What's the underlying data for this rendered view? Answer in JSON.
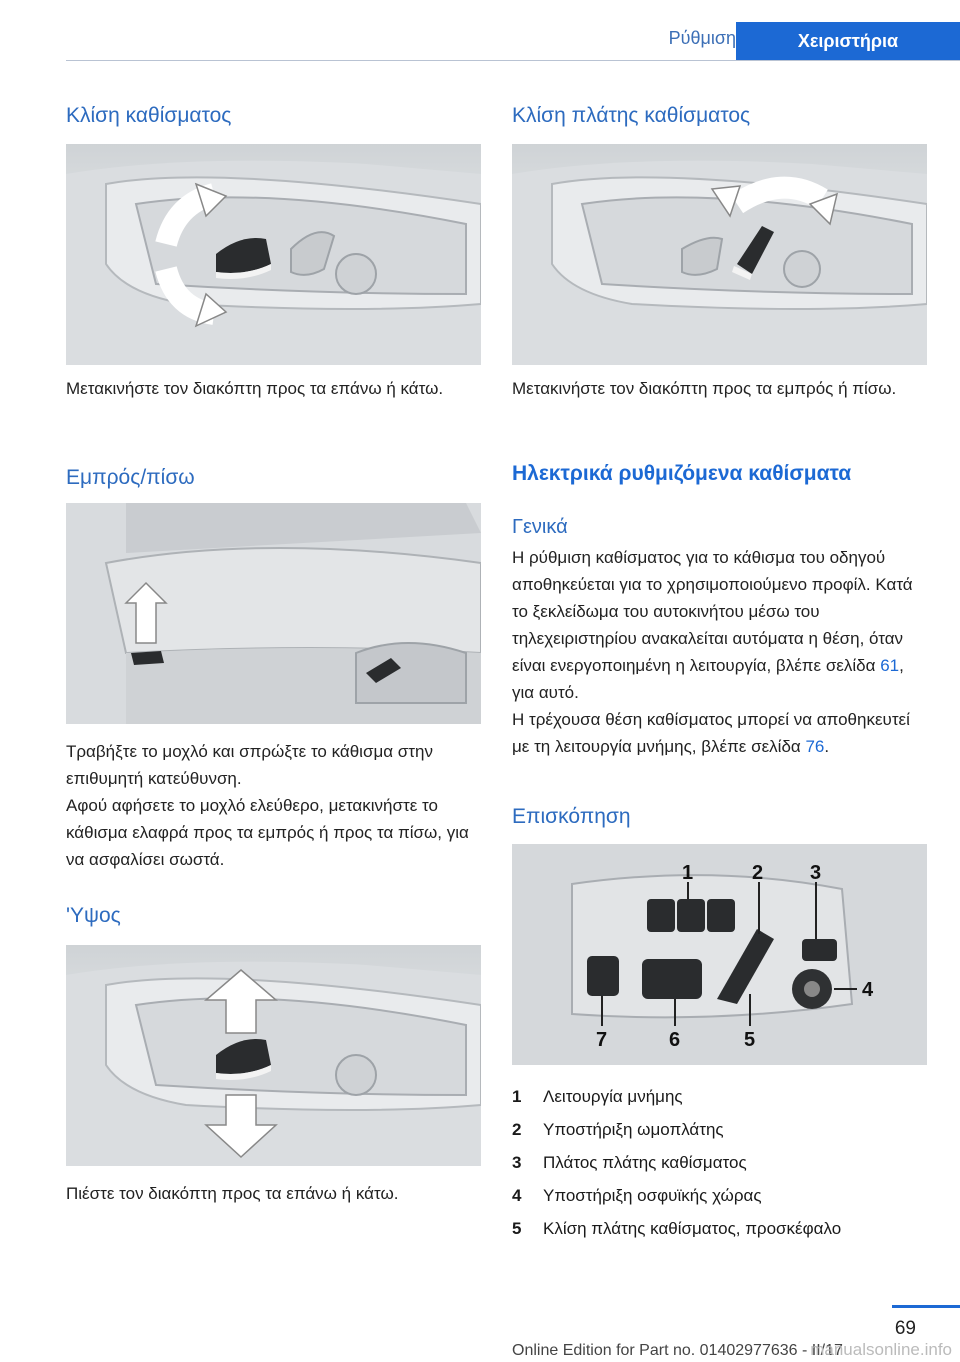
{
  "header": {
    "section": "Ρύθμιση",
    "chapter": "Χειριστήρια"
  },
  "left": {
    "tilt": {
      "title": "Κλίση καθίσματος",
      "text": "Μετακινήστε τον διακόπτη προς τα επάνω ή κάτω."
    },
    "forward": {
      "title": "Εμπρός/πίσω",
      "text1": "Τραβήξτε το μοχλό και σπρώξτε το κάθισμα στην επιθυμητή κατεύθυνση.",
      "text2": "Αφού αφήσετε το μοχλό ελεύθερο, μετακινή­στε το κάθισμα ελαφρά προς τα εμπρός ή προς τα πίσω, για να ασφαλίσει σωστά."
    },
    "height": {
      "title": "'Υψος",
      "text": "Πιέστε τον διακόπτη προς τα επάνω ή κάτω."
    }
  },
  "right": {
    "backrest": {
      "title": "Κλίση πλάτης καθίσματος",
      "text": "Μετακινήστε τον διακόπτη προς τα εμπρός ή πίσω."
    },
    "electric": {
      "title": "Ηλεκτρικά ρυθμιζόμενα καθίσματα",
      "general_title": "Γενικά",
      "general_text_a": "Η ρύθμιση καθίσματος για το κάθισμα του οδηγού αποθηκεύεται για το χρησιμοποιού­μενο προφίλ. Κατά το ξεκλείδωμα του αυτοκι­νήτου μέσω του τηλεχειριστηρίου ανακαλείται αυτόματα η θέση, όταν είναι ενεργοποιημένη η λειτουργία, βλέπε σελίδα ",
      "general_link_a": "61",
      "general_text_a2": ", για αυτό.",
      "general_text_b": "Η τρέχουσα θέση καθίσματος μπορεί να απο­θηκευτεί με τη λειτουργία μνήμης, βλέπε σε­λίδα ",
      "general_link_b": "76",
      "general_text_b2": ".",
      "overview_title": "Επισκόπηση"
    },
    "callouts": [
      "1",
      "2",
      "3",
      "4",
      "5",
      "6",
      "7"
    ],
    "legend": [
      {
        "num": "1",
        "label": "Λειτουργία μνήμης"
      },
      {
        "num": "2",
        "label": "Υποστήριξη ωμοπλάτης"
      },
      {
        "num": "3",
        "label": "Πλάτος πλάτης καθίσματος"
      },
      {
        "num": "4",
        "label": "Υποστήριξη οσφυϊκής χώρας"
      },
      {
        "num": "5",
        "label": "Κλίση πλάτης καθίσματος, προσκέφαλο"
      }
    ]
  },
  "footer": {
    "page": "69",
    "edition": "Online Edition for Part no. 01402977636 - II/17",
    "watermark": "manualsonline.info"
  }
}
